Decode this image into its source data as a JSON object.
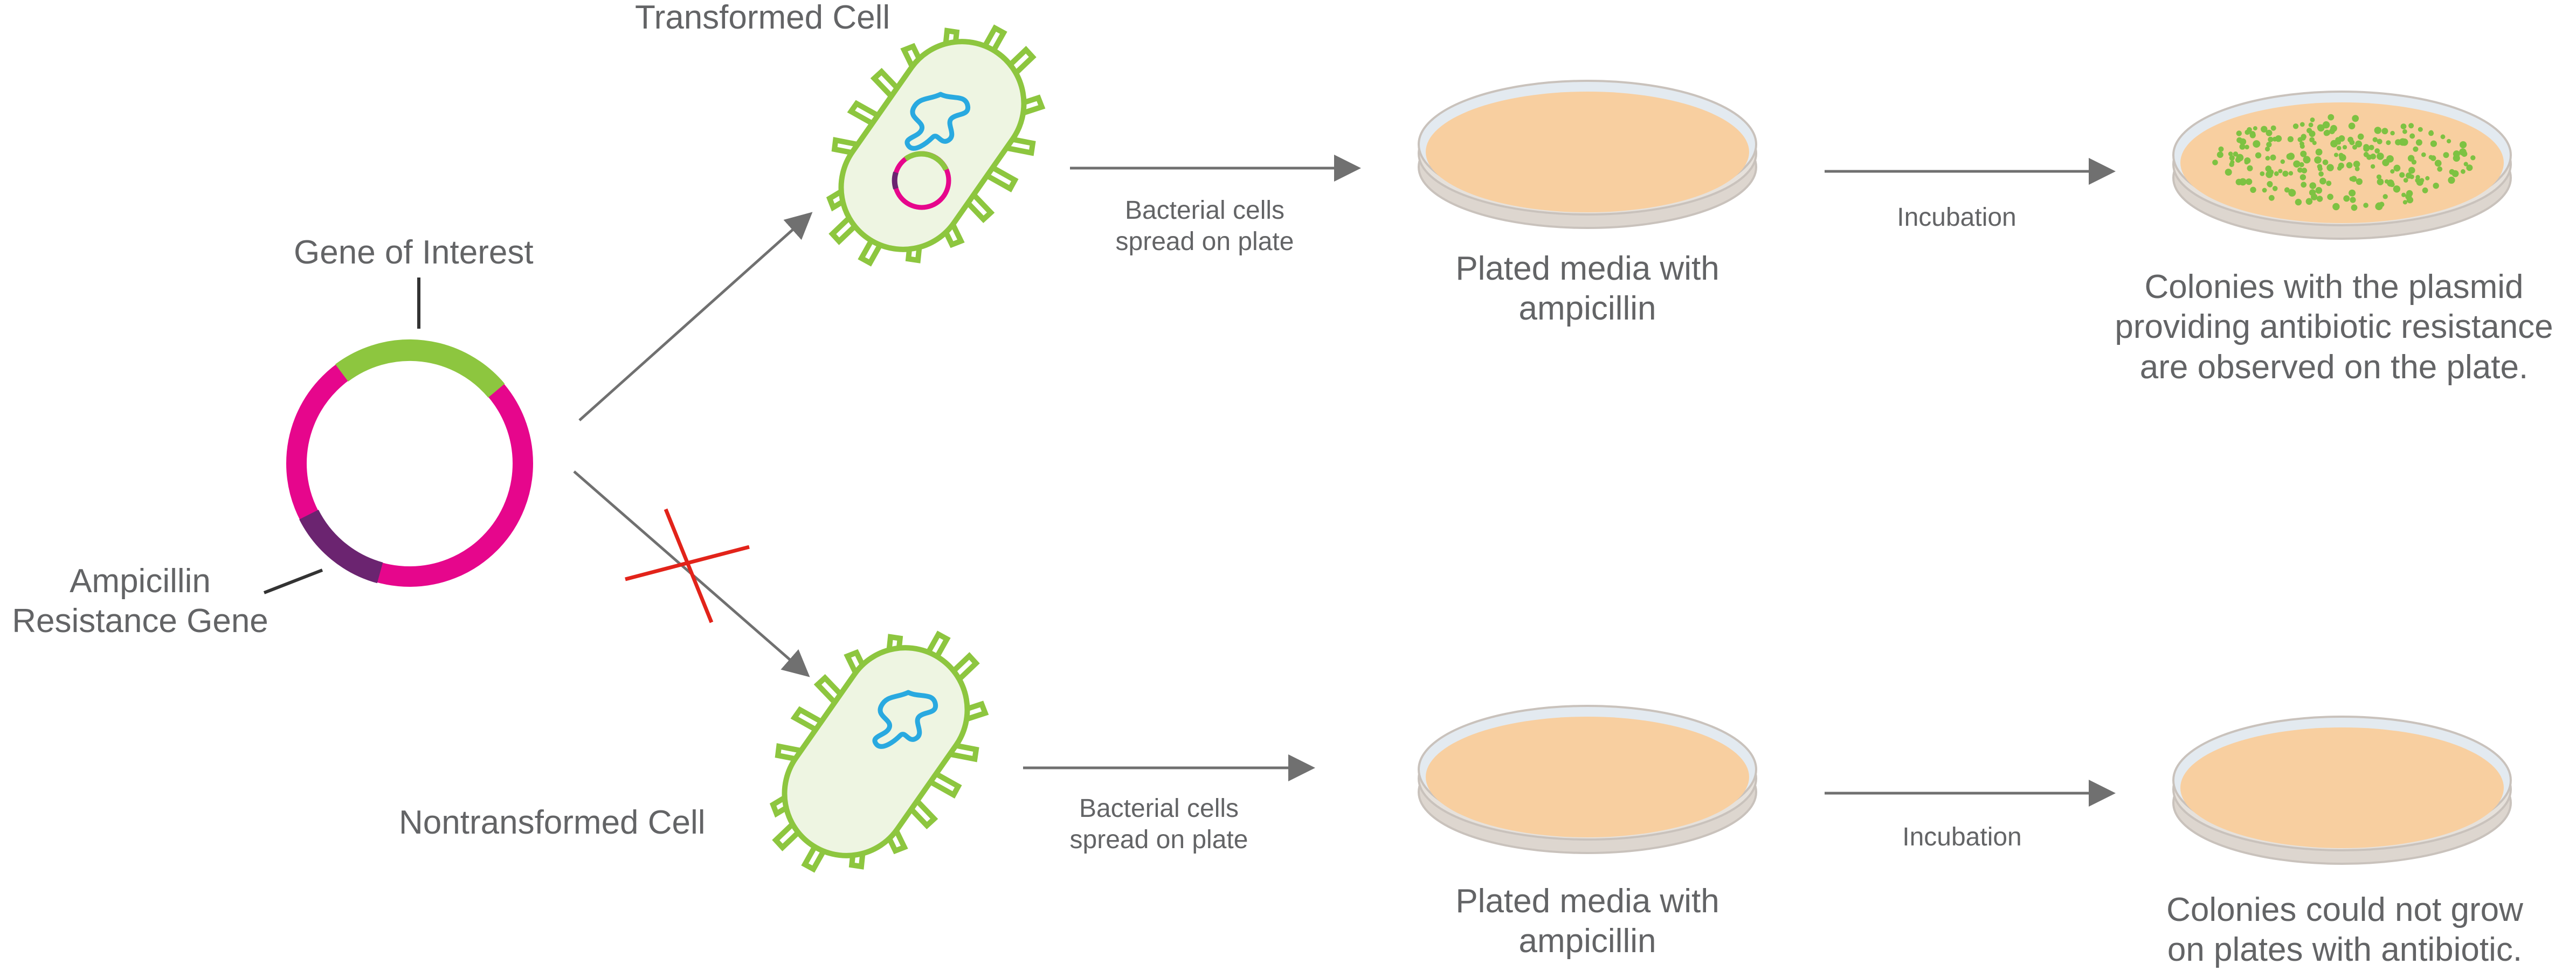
{
  "plasmid": {
    "gene_of_interest_label": "Gene of Interest",
    "resistance_gene_label_line1": "Ampicillin",
    "resistance_gene_label_line2": "Resistance Gene",
    "colors": {
      "backbone": "#e6068c",
      "gene_of_interest": "#8dc63f",
      "resistance_gene": "#6b2470"
    }
  },
  "transformed": {
    "cell_label": "Transformed Cell",
    "step1_line1": "Bacterial cells",
    "step1_line2": "spread on plate",
    "plate_line1": "Plated media with",
    "plate_line2": "ampicillin",
    "step2": "Incubation",
    "result_line1": "Colonies with the plasmid",
    "result_line2": "providing antibiotic resistance",
    "result_line3": "are observed on the plate."
  },
  "nontransformed": {
    "cell_label": "Nontransformed Cell",
    "step1_line1": "Bacterial cells",
    "step1_line2": "spread on plate",
    "plate_line1": "Plated media with",
    "plate_line2": "ampicillin",
    "step2": "Incubation",
    "result_line1": "Colonies could not grow",
    "result_line2": "on plates with antibiotic."
  },
  "colors": {
    "text": "#636466",
    "arrow": "#707070",
    "cross": "#e2231a",
    "cell_outline": "#8dc63f",
    "cell_fill": "#eef5e2",
    "dna": "#29a9e0",
    "agar": "#f8cfa0",
    "plate_rim": "#c9c2bc",
    "colony": "#7dc242"
  },
  "icons": [
    "plasmid-icon",
    "bacterium-icon",
    "petri-dish-icon",
    "arrow-icon",
    "cross-icon",
    "dna-icon"
  ]
}
